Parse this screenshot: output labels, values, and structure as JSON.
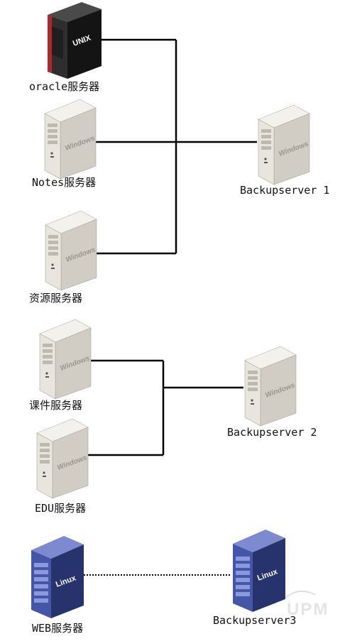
{
  "servers": [
    {
      "id": "oracle",
      "os": "UNIX",
      "label": "oracle服务器"
    },
    {
      "id": "notes",
      "os": "Windows",
      "label": "Notes服务器"
    },
    {
      "id": "ziyuan",
      "os": "Windows",
      "label": "资源服务器"
    },
    {
      "id": "kejian",
      "os": "Windows",
      "label": "课件服务器"
    },
    {
      "id": "edu",
      "os": "Windows",
      "label": "EDU服务器"
    },
    {
      "id": "web",
      "os": "Linux",
      "label": "WEB服务器"
    }
  ],
  "backups": [
    {
      "id": "backup1",
      "os": "Windows",
      "label": "Backupserver 1"
    },
    {
      "id": "backup2",
      "os": "Windows",
      "label": "Backupserver 2"
    },
    {
      "id": "backup3",
      "os": "Linux",
      "label": "Backupserver3"
    }
  ],
  "connections": [
    {
      "from": [
        "oracle",
        "notes",
        "ziyuan"
      ],
      "to": "backup1",
      "style": "solid"
    },
    {
      "from": [
        "kejian",
        "edu"
      ],
      "to": "backup2",
      "style": "solid"
    },
    {
      "from": [
        "web"
      ],
      "to": "backup3",
      "style": "dotted"
    }
  ],
  "watermark": {
    "text": "UPM"
  },
  "colors": {
    "unix_front": "#2b2b2b",
    "unix_side": "#141414",
    "unix_stripe": "#b3262d",
    "windows_front": "#e6e3dc",
    "windows_side": "#c9c5bc",
    "linux_front": "#3f4f95",
    "linux_side": "#27336d",
    "line": "#000000"
  }
}
